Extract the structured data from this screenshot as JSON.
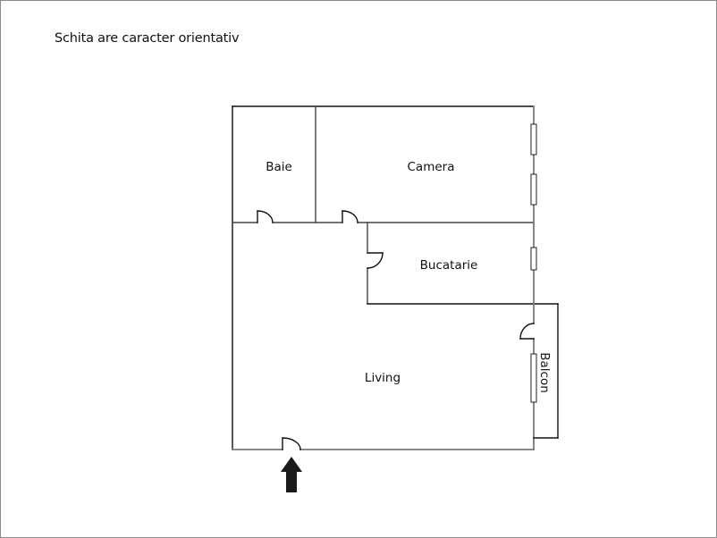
{
  "note": "Schita are caracter orientativ",
  "colors": {
    "wall": "#111111",
    "wall_grey": "#7a7a7a",
    "arrow": "#1a1a1a",
    "frame": "#8a8a8a"
  },
  "rooms": [
    {
      "name": "Baie"
    },
    {
      "name": "Camera"
    },
    {
      "name": "Bucatarie"
    },
    {
      "name": "Living"
    },
    {
      "name": "Balcon"
    }
  ],
  "entrance": {
    "icon": "entrance-arrow-up-icon"
  }
}
